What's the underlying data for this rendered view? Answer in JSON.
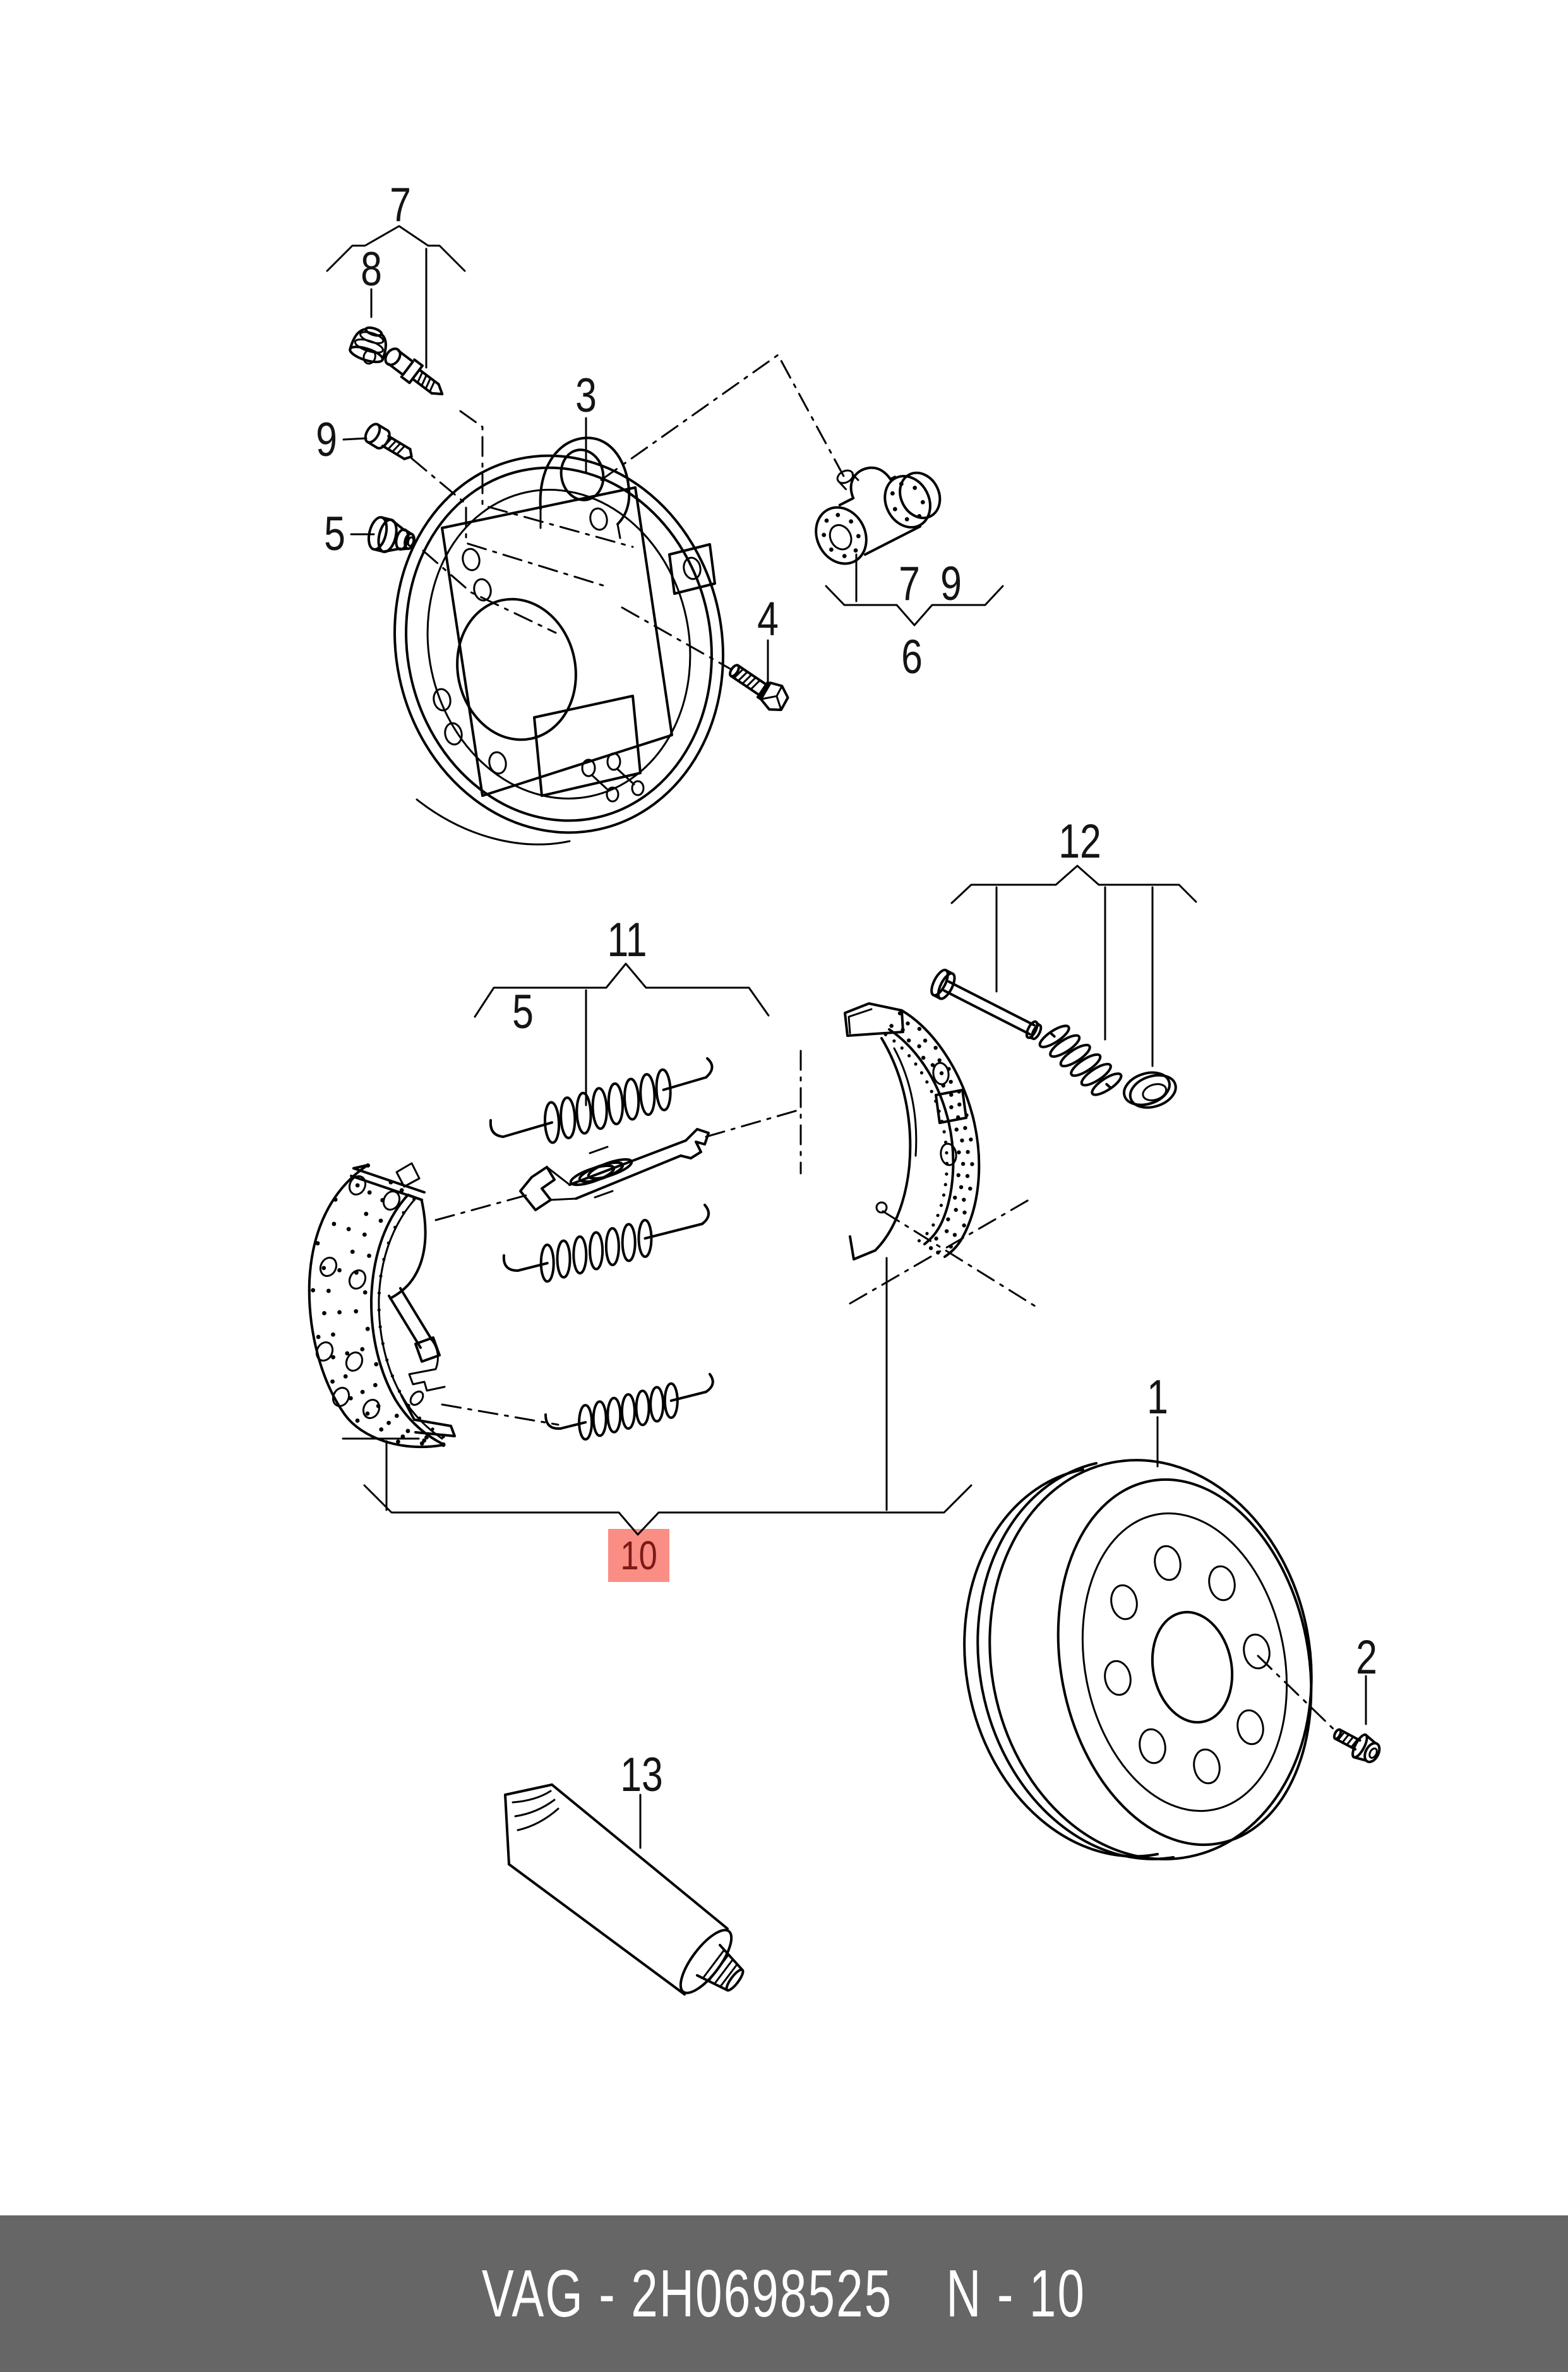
{
  "page": {
    "background": "#ffffff",
    "line_color": "#000000"
  },
  "footer": {
    "label_left": "VAG - 2H0698525",
    "label_right": "N - 10",
    "background": "#666666",
    "text_color": "#ffffff"
  },
  "highlight": {
    "label": "10",
    "background": "#fa8e85",
    "text_color": "#7c1a15"
  },
  "callouts": {
    "c1": "1",
    "c2": "2",
    "c3": "3",
    "c4": "4",
    "c5a": "5",
    "c5b": "5",
    "c6": "6",
    "c7a": "7",
    "c7b": "7",
    "c8": "8",
    "c9a": "9",
    "c9b": "9",
    "c11": "11",
    "c12": "12",
    "c13": "13"
  }
}
